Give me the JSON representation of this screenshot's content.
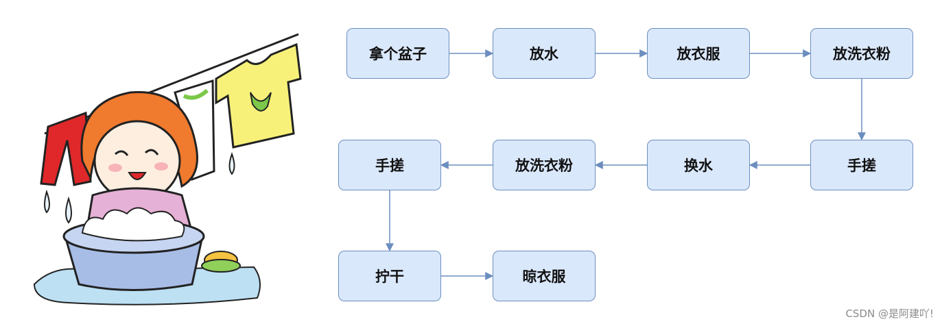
{
  "diagram": {
    "nodes": [
      {
        "id": "n1",
        "label": "拿个盆子"
      },
      {
        "id": "n2",
        "label": "放水"
      },
      {
        "id": "n3",
        "label": "放衣服"
      },
      {
        "id": "n4",
        "label": "放洗衣粉"
      },
      {
        "id": "n5",
        "label": "手搓"
      },
      {
        "id": "n6",
        "label": "换水"
      },
      {
        "id": "n7",
        "label": "放洗衣粉"
      },
      {
        "id": "n8",
        "label": "手搓"
      },
      {
        "id": "n9",
        "label": "拧干"
      },
      {
        "id": "n10",
        "label": "晾衣服"
      }
    ],
    "edges": [
      {
        "from": "n1",
        "to": "n2"
      },
      {
        "from": "n2",
        "to": "n3"
      },
      {
        "from": "n3",
        "to": "n4"
      },
      {
        "from": "n4",
        "to": "n5"
      },
      {
        "from": "n5",
        "to": "n6"
      },
      {
        "from": "n6",
        "to": "n7"
      },
      {
        "from": "n7",
        "to": "n8"
      },
      {
        "from": "n8",
        "to": "n9"
      },
      {
        "from": "n9",
        "to": "n10"
      }
    ]
  },
  "colors": {
    "node_fill": "#dae8fc",
    "node_border": "#6c8ebf",
    "edge": "#6c8ebf"
  },
  "watermark": "CSDN @是阿建吖!"
}
